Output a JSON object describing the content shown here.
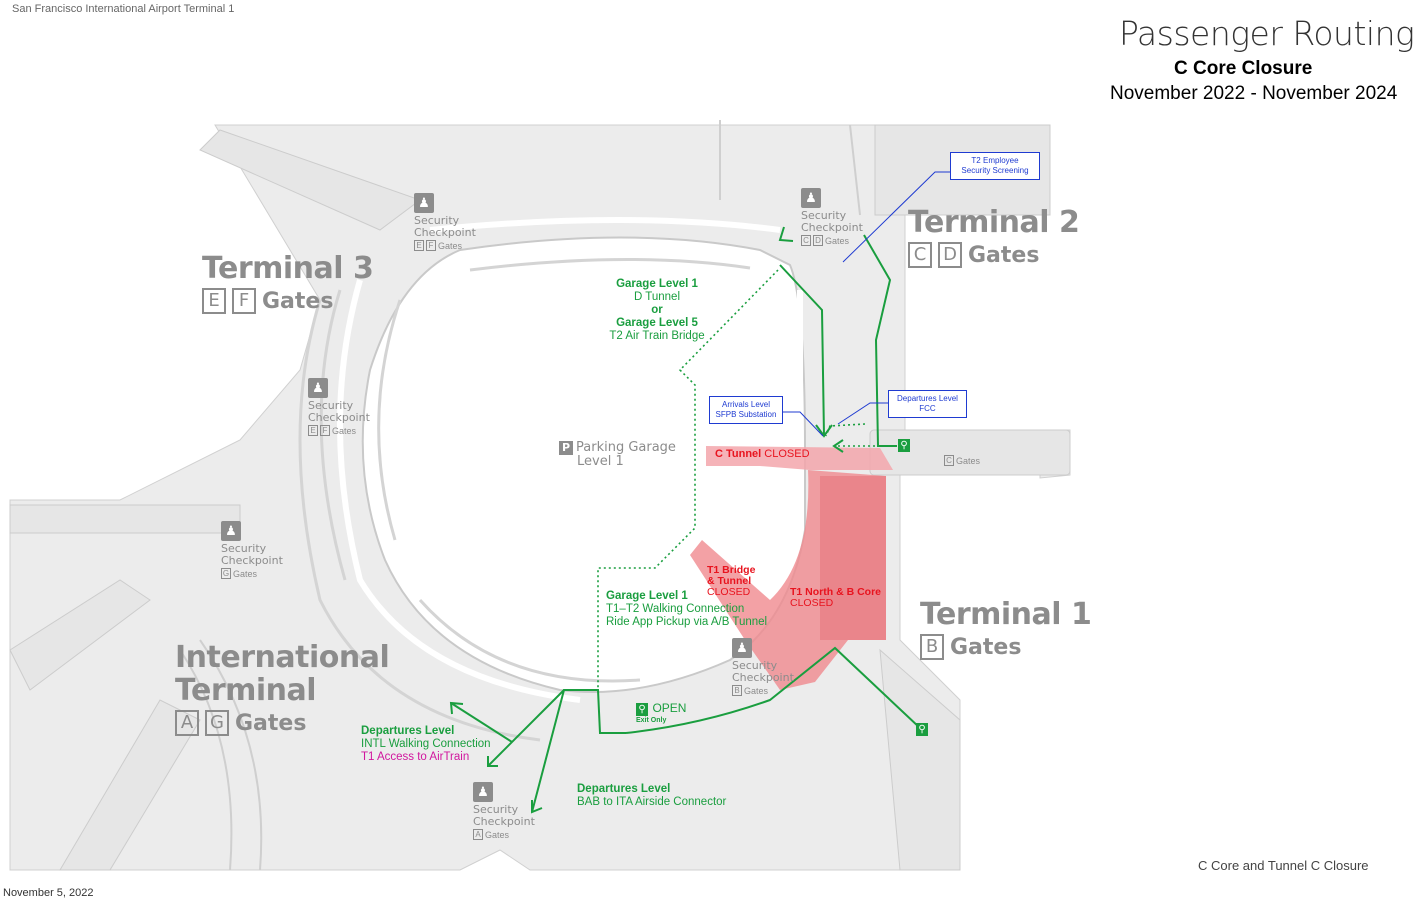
{
  "header": {
    "site": "San Francisco International Airport Terminal 1",
    "title": "Passenger Routing",
    "subtitle": "C Core Closure",
    "dates": "November 2022 - November 2024"
  },
  "terminals": {
    "t3": {
      "name": "Terminal 3",
      "gates": [
        "E",
        "F"
      ],
      "gates_word": "Gates"
    },
    "t2": {
      "name": "Terminal 2",
      "gates": [
        "C",
        "D"
      ],
      "gates_word": "Gates"
    },
    "t1": {
      "name": "Terminal 1",
      "gates": [
        "B"
      ],
      "gates_word": "Gates"
    },
    "intl": {
      "name_line1": "International",
      "name_line2": "Terminal",
      "gates": [
        "A",
        "G"
      ],
      "gates_word": "Gates"
    }
  },
  "security": {
    "line1": "Security",
    "line2": "Checkpoint",
    "gates_word": "Gates",
    "checkpoints": [
      {
        "id": "t3-top",
        "gates": [
          "E",
          "F"
        ]
      },
      {
        "id": "t2",
        "gates": [
          "C",
          "D"
        ]
      },
      {
        "id": "t3-left",
        "gates": [
          "E",
          "F"
        ]
      },
      {
        "id": "intl-g",
        "gates": [
          "G"
        ]
      },
      {
        "id": "t1-b",
        "gates": [
          "B"
        ]
      },
      {
        "id": "intl-a",
        "gates": [
          "A"
        ]
      }
    ]
  },
  "parking": {
    "label": "Parking Garage",
    "level": "Level 1",
    "icon": "P"
  },
  "c_gates": {
    "gate": "C",
    "word": "Gates"
  },
  "routes": {
    "garage_l1": "Garage Level 1",
    "d_tunnel": "D Tunnel",
    "or": "or",
    "garage_l5": "Garage Level 5",
    "t2_bridge": "T2 Air Train Bridge",
    "garage_l1_b": "Garage Level 1",
    "t1t2_walk": "T1–T2 Walking Connection",
    "ride_app": "Ride App Pickup via A/B Tunnel",
    "dep_level_intl": "Departures Level",
    "intl_walk": "INTL Walking Connection",
    "t1_airtrain": "T1 Access to AirTrain",
    "dep_level_bab": "Departures Level",
    "bab_ita": "BAB to ITA Airside Connector"
  },
  "callouts": {
    "t2_employee_1": "T2 Employee",
    "t2_employee_2": "Security Screening",
    "arrivals_1": "Arrivals Level",
    "arrivals_2": "SFPB Substation",
    "departures_1": "Departures Level",
    "departures_2": "FCC"
  },
  "closures": {
    "c_tunnel": "C Tunnel",
    "c_tunnel_state": "CLOSED",
    "t1_bridge_1": "T1 Bridge",
    "t1_bridge_2": "& Tunnel",
    "t1_bridge_state": "CLOSED",
    "t1_north": "T1 North & B Core",
    "t1_north_state": "CLOSED"
  },
  "open_exit": {
    "label": "OPEN",
    "sub": "Exit Only"
  },
  "footer": {
    "date": "November 5, 2022",
    "caption": "C Core and Tunnel C Closure"
  },
  "colors": {
    "route": "#1a9e3f",
    "closed": "#f08a8f",
    "callout": "#1f3bd1",
    "building": "#e3e3e3",
    "text_gray": "#8c8c8c"
  }
}
